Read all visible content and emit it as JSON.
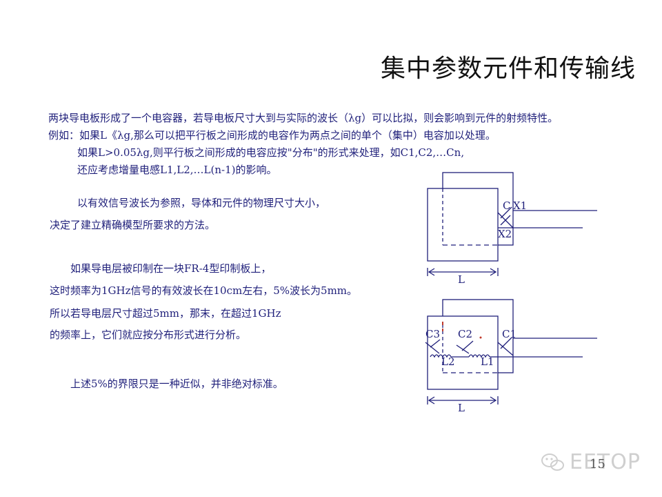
{
  "title": "集中参数元件和传输线",
  "paragraphs": {
    "p1_line1": "两块导电板形成了一个电容器，若导电板尺寸大到与实际的波长（λg）可以比拟，则会影响到元件的射频特性。",
    "p1_line2": "例如：如果L《λg,那么可以把平行板之间形成的电容作为两点之间的单个（集中）电容加以处理。",
    "p1_line3": "如果L>0.05λg,则平行板之间形成的电容应按\"分布\"的形式来处理，如C1,C2,…Cn,",
    "p1_line4": "还应考虑增量电感L1,L2,…L(n-1)的影响。",
    "p2_line1": "以有效信号波长为参照，导体和元件的物理尺寸大小，",
    "p2_line2": "决定了建立精确模型所要求的方法。",
    "p3_line1": "如果导电层被印制在一块FR-4型印制板上，",
    "p3_line2": "这时频率为1GHz信号的有效波长在10cm左右，5%波长为5mm。",
    "p3_line3": "所以若导电层尺寸超过5mm，那末，在超过1GHz",
    "p3_line4": "的频率上，它们就应按分布形式进行分析。",
    "p4_line1": "上述5%的界限只是一种近似，并非绝对标准。"
  },
  "diagram_top": {
    "label_c": "C",
    "label_x1": "X1",
    "label_x2": "X2",
    "label_l": "L"
  },
  "diagram_bottom": {
    "label_c3": "C3",
    "label_c2": "C2",
    "label_c1": "C1",
    "label_l2": "L2",
    "label_l1": "L1",
    "label_l": "L"
  },
  "watermark": {
    "text": "EETOP",
    "icon": "wechat-icon"
  },
  "page_number": "15",
  "colors": {
    "text": "#1f1f7a",
    "line": "#1f1f7a",
    "watermark": "#cfcfcf"
  }
}
